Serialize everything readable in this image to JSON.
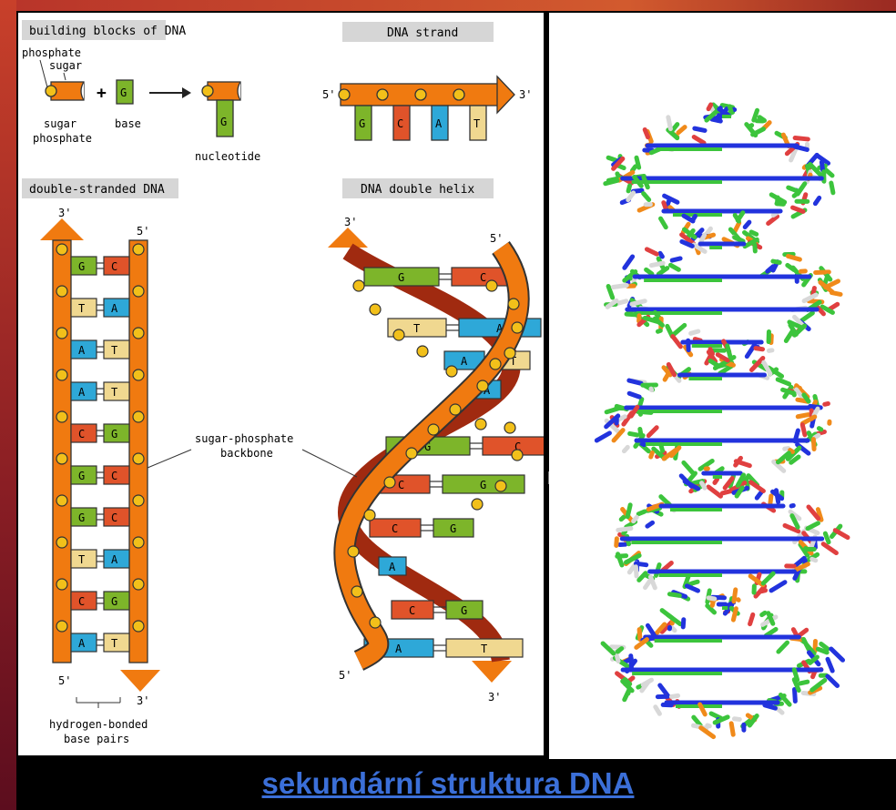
{
  "blocks": {
    "header": "building blocks of DNA",
    "phosphate": "phosphate",
    "sugar": "sugar",
    "sugar_phosphate_1": "sugar",
    "sugar_phosphate_2": "phosphate",
    "base": "base",
    "nucleotide": "nucleotide",
    "plus": "+",
    "base_letter": "G"
  },
  "strand": {
    "header": "DNA strand",
    "end5": "5'",
    "end3": "3'",
    "bases": [
      "G",
      "C",
      "A",
      "T"
    ]
  },
  "ds": {
    "header": "double-stranded DNA",
    "top3": "3'",
    "top5": "5'",
    "bot5": "5'",
    "bot3": "3'",
    "pairs": [
      [
        "G",
        "C"
      ],
      [
        "T",
        "A"
      ],
      [
        "A",
        "T"
      ],
      [
        "A",
        "T"
      ],
      [
        "C",
        "G"
      ],
      [
        "G",
        "C"
      ],
      [
        "G",
        "C"
      ],
      [
        "T",
        "A"
      ],
      [
        "C",
        "G"
      ],
      [
        "A",
        "T"
      ]
    ],
    "hb_label_1": "hydrogen-bonded",
    "hb_label_2": "base pairs"
  },
  "helix": {
    "header": "DNA double helix",
    "top3": "3'",
    "top5": "5'",
    "bot5": "5'",
    "bot3": "3'",
    "pairs": [
      [
        "G",
        "C"
      ],
      [
        "T",
        "A"
      ],
      [
        "A",
        "T"
      ],
      [
        "A",
        ""
      ],
      [
        "G",
        "C"
      ],
      [
        "C",
        "G"
      ],
      [
        "C",
        "G"
      ],
      [
        "A",
        ""
      ],
      [
        "C",
        "G"
      ],
      [
        "A",
        "T"
      ]
    ]
  },
  "backbone_label_1": "sugar-phosphate",
  "backbone_label_2": "backbone",
  "caption": "sekundární struktura DNA",
  "colors": {
    "backbone": "#f07a10",
    "G": "#7db52a",
    "C": "#e0532a",
    "A": "#2ea8d8",
    "T": "#f0d890",
    "header_bg": "#d6d6d6",
    "arrow": "#7a7a7a"
  }
}
